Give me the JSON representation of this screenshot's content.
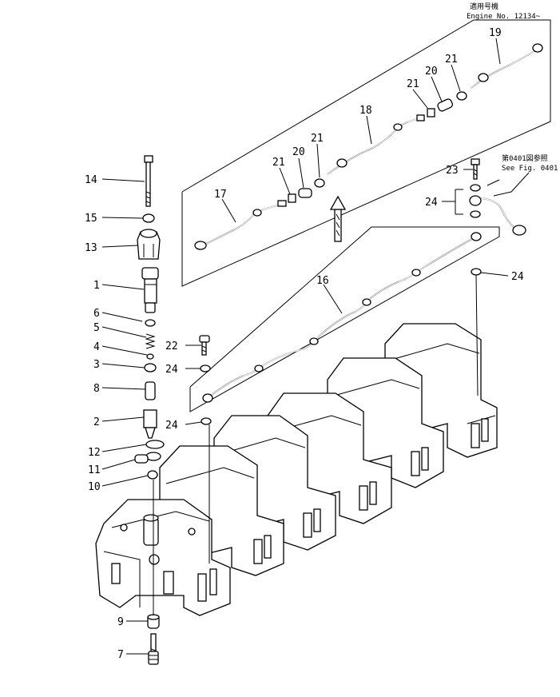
{
  "notes": {
    "applicable_jp": "適用号機",
    "engine_no": "Engine No. 12134~",
    "see_fig_jp": "第0401図参照",
    "see_fig": "See Fig. 0401"
  },
  "callouts": [
    {
      "id": "c14",
      "label": "14"
    },
    {
      "id": "c15",
      "label": "15"
    },
    {
      "id": "c13",
      "label": "13"
    },
    {
      "id": "c1",
      "label": "1"
    },
    {
      "id": "c6",
      "label": "6"
    },
    {
      "id": "c5",
      "label": "5"
    },
    {
      "id": "c4",
      "label": "4"
    },
    {
      "id": "c3",
      "label": "3"
    },
    {
      "id": "c8",
      "label": "8"
    },
    {
      "id": "c2",
      "label": "2"
    },
    {
      "id": "c12",
      "label": "12"
    },
    {
      "id": "c11",
      "label": "11"
    },
    {
      "id": "c10",
      "label": "10"
    },
    {
      "id": "c9",
      "label": "9"
    },
    {
      "id": "c7",
      "label": "7"
    },
    {
      "id": "c17",
      "label": "17"
    },
    {
      "id": "c21a",
      "label": "21"
    },
    {
      "id": "c20a",
      "label": "20"
    },
    {
      "id": "c21b",
      "label": "21"
    },
    {
      "id": "c18",
      "label": "18"
    },
    {
      "id": "c21c",
      "label": "21"
    },
    {
      "id": "c20b",
      "label": "20"
    },
    {
      "id": "c21d",
      "label": "21"
    },
    {
      "id": "c19",
      "label": "19"
    },
    {
      "id": "c23",
      "label": "23"
    },
    {
      "id": "c24a",
      "label": "24"
    },
    {
      "id": "c16",
      "label": "16"
    },
    {
      "id": "c24b",
      "label": "24"
    },
    {
      "id": "c22",
      "label": "22"
    },
    {
      "id": "c24c",
      "label": "24"
    },
    {
      "id": "c24d",
      "label": "24"
    }
  ]
}
